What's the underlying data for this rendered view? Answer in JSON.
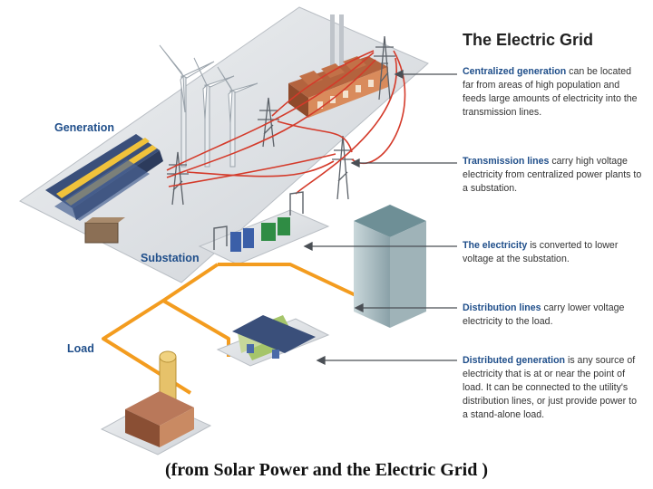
{
  "title": "The Electric Grid",
  "labels": {
    "generation": "Generation",
    "substation": "Substation",
    "load": "Load"
  },
  "callouts": [
    {
      "term": "Centralized generation",
      "text": " can be located far from areas of high population and feeds large amounts of electricity into the transmission lines."
    },
    {
      "term": "Transmission lines",
      "text": " carry high voltage electricity from centralized power plants to a substation."
    },
    {
      "term": "The electricity",
      "text": " is converted to lower voltage at the substation."
    },
    {
      "term": "Distribution lines",
      "text": " carry lower voltage electricity to the  load."
    },
    {
      "term": "Distributed generation",
      "text": " is any source of electricity that is at or near the point of load. It can be connected to the utility's distribution lines, or just provide power to a stand-alone load."
    }
  ],
  "caption": "(from Solar Power and the Electric Grid )",
  "colors": {
    "label_blue": "#1f4e8a",
    "transmission_red": "#d43a2a",
    "distribution_orange": "#f39c1f",
    "ground_gray": "#dcdfe3"
  }
}
